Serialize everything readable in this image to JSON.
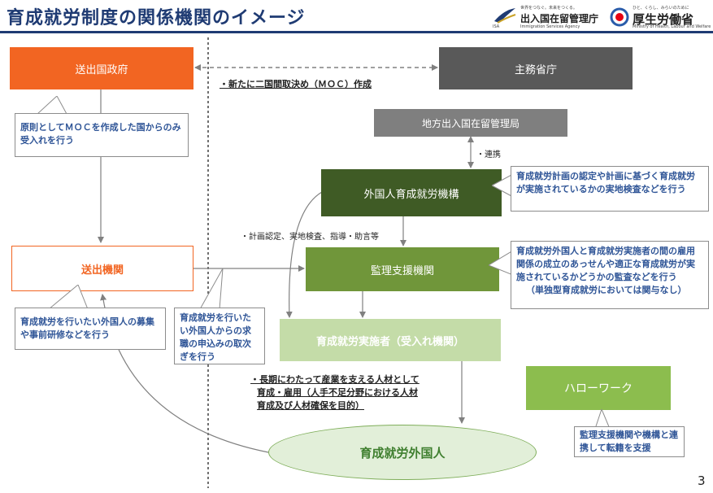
{
  "header": {
    "title": "育成就労制度の関係機関のイメージ",
    "isa_tagline": "世界をつなぐ。未来をつくる。",
    "isa_name": "出入国在留管理庁",
    "isa_english": "Immigration Services Agency",
    "isa_abbrev": "ISA",
    "mhlw_tagline": "ひと、くらし、みらいのために",
    "mhlw_name": "厚生労働省",
    "mhlw_english": "Ministry of Health, Labour and Welfare"
  },
  "boxes": {
    "sending_government": "送出国政府",
    "competent_ministries": "主務省庁",
    "regional_immigration": "地方出入国在留管理局",
    "training_organization": "外国人育成就労機構",
    "sending_agency": "送出機関",
    "supervising_organization": "監理支援機関",
    "implementing_organization": "育成就労実施者（受入れ機関）",
    "hello_work": "ハローワーク",
    "foreign_workers": "育成就労外国人"
  },
  "callouts": {
    "sending_government": "原則としてＭＯＣを作成した国からのみ受入れを行う",
    "training_organization": "育成就労計画の認定や計画に基づく育成就労が実施されているかの実地検査などを行う",
    "supervising_organization": "育成就労外国人と育成就労実施者の間の雇用関係の成立のあっせんや適正な育成就労が実施されているかどうかの監査などを行う",
    "supervising_organization_note": "（単独型育成就労においては関与なし）",
    "sending_agency": "育成就労を行いたい外国人の募集や事前研修などを行う",
    "job_application": "育成就労を行いたい外国人からの求職の申込みの取次ぎを行う",
    "hello_work": "監理支援機関や機構と連携して転籍を支援"
  },
  "labels": {
    "moc": "・新たに二国間取決め（ＭＯＣ）作成",
    "coordination": "・連携",
    "certification": "・計画認定、実地検査、指導・助言等",
    "purpose_line1": "・長期にわたって産業を支える人材として",
    "purpose_line2": "育成・雇用（人手不足分野における人材",
    "purpose_line3": "育成及び人材確保を目的）"
  },
  "page_number": "3",
  "colors": {
    "title": "#1f3b73",
    "orange": "#f26522",
    "dark_gray": "#595959",
    "mid_gray": "#7f7f7f",
    "dark_green": "#3f5b25",
    "mid_green": "#70963a",
    "light_green": "#c4dca8",
    "hello_green": "#8cbd4e",
    "callout_text": "#2f5597",
    "ellipse_fill": "#e2efd9",
    "ellipse_text": "#3f7f2f"
  }
}
